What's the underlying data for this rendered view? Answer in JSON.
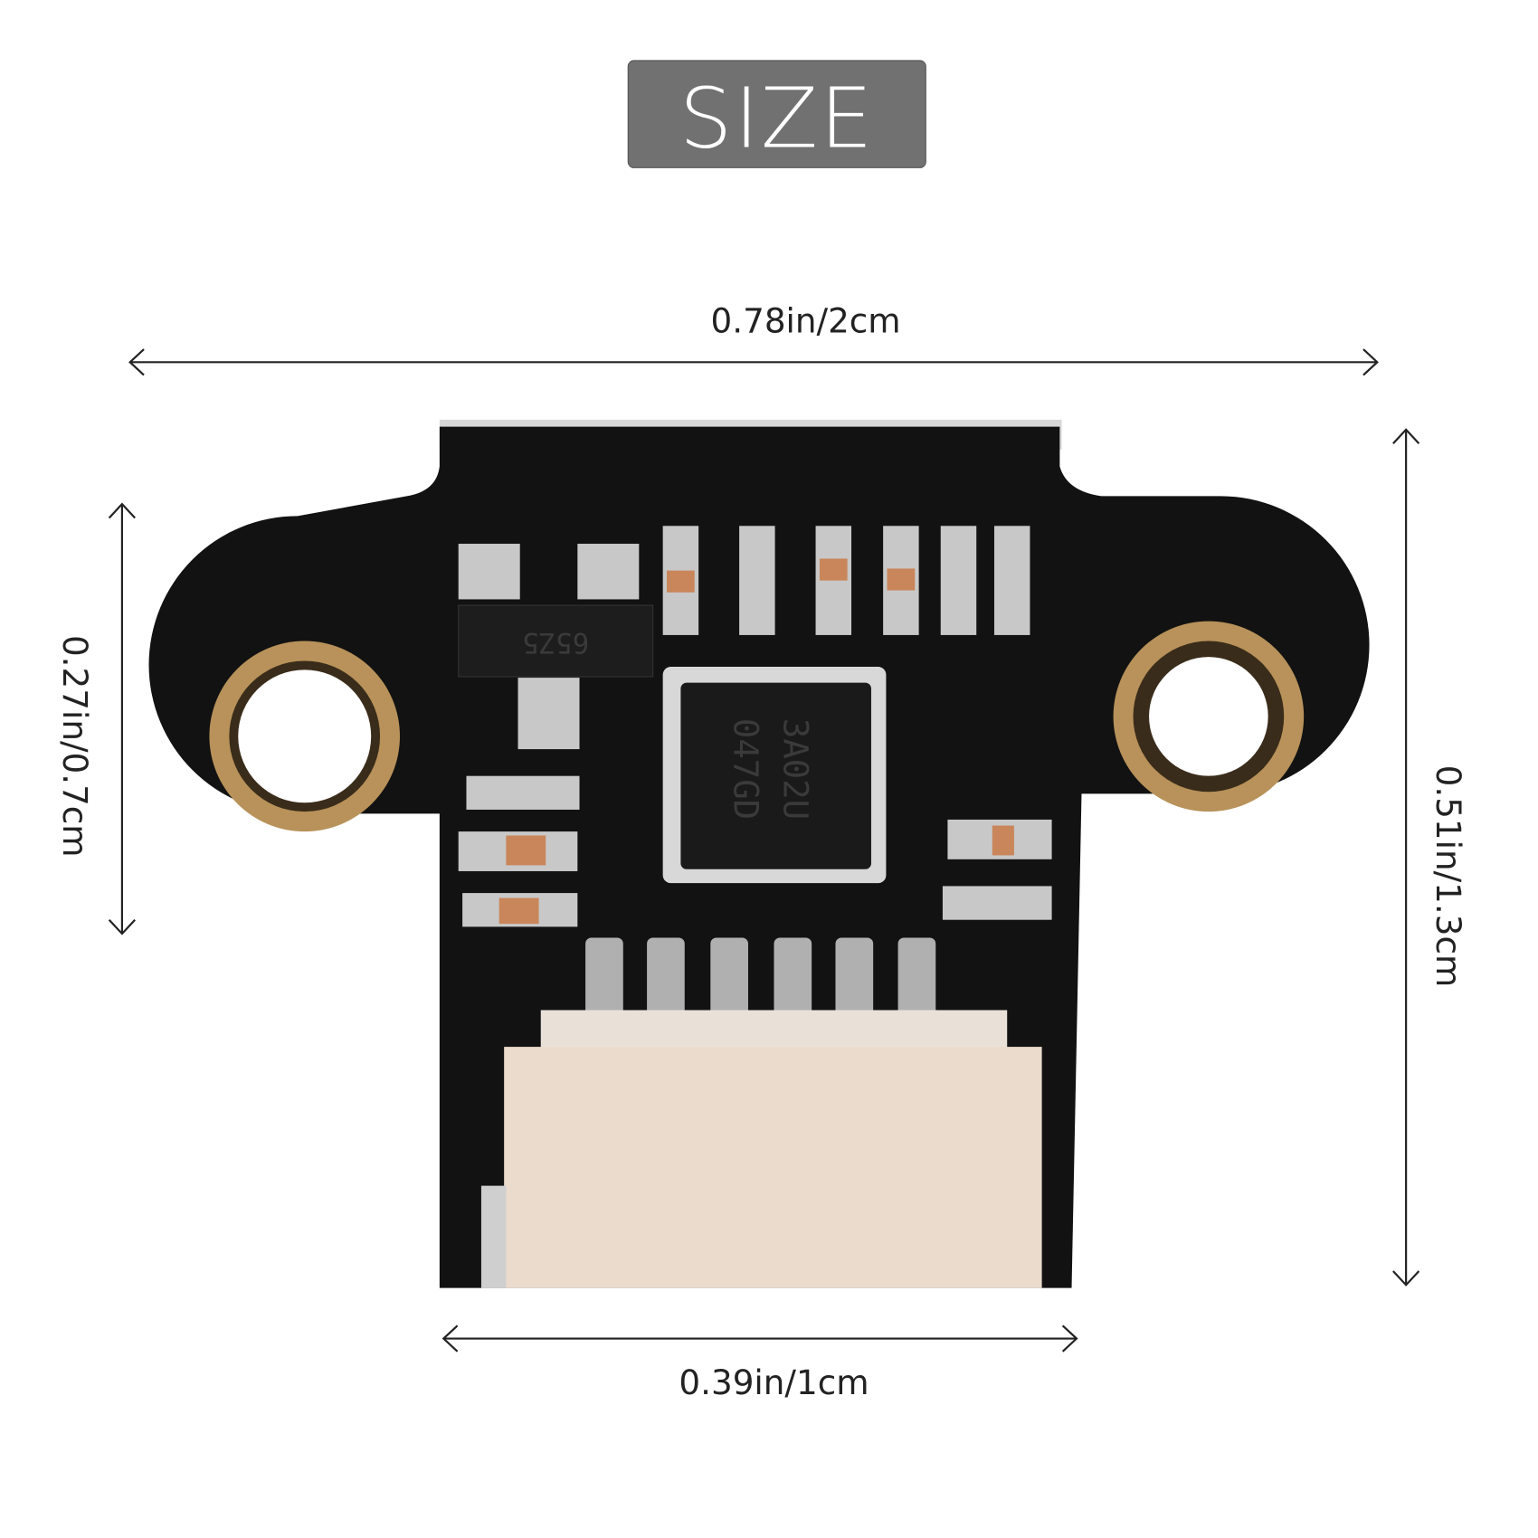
{
  "title": "SIZE",
  "dimensions": {
    "top_width": "0.78in/2cm",
    "bottom_width": "0.39in/1cm",
    "left_height": "0.27in/0.7cm",
    "right_height": "0.51in/1.3cm"
  },
  "board": {
    "regulator_marking": "65Z5",
    "ic_marking_line1": "3A02U",
    "ic_marking_line2": "047GD"
  },
  "colors": {
    "title_bg": "#717171",
    "pcb": "#111111",
    "copper_ring": "#b8925a",
    "connector": "#eadbcd"
  }
}
